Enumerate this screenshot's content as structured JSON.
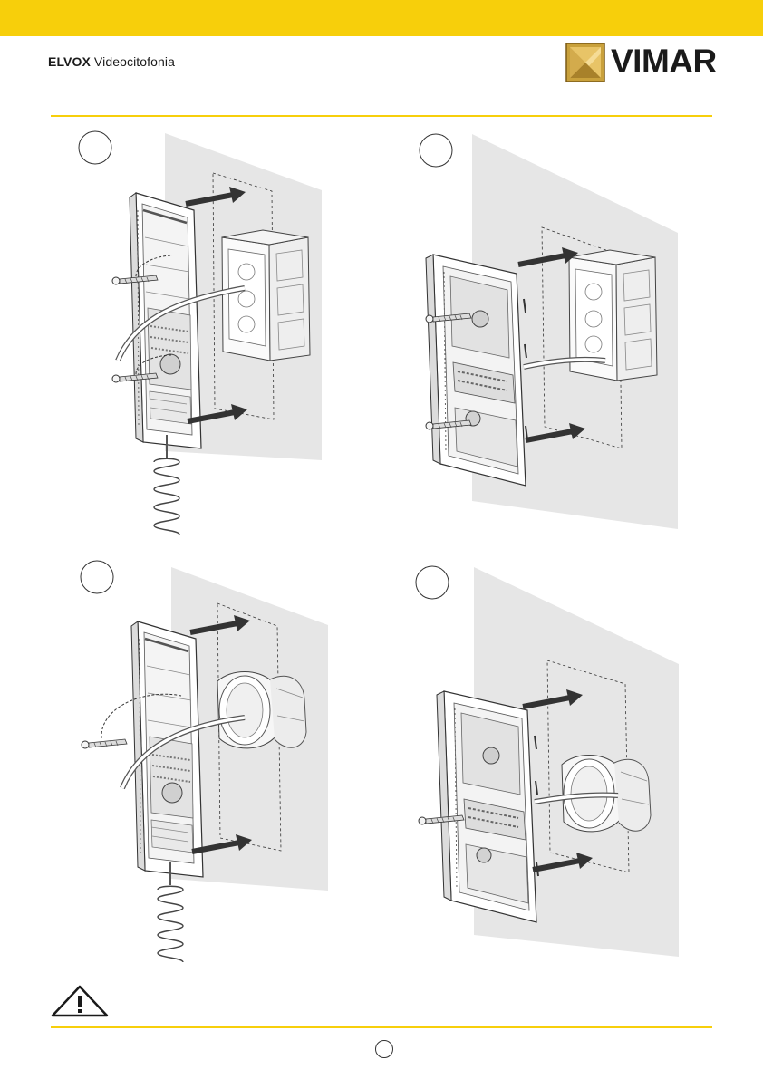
{
  "header": {
    "brand_bold": "ELVOX",
    "brand_light": "Videocitofonia",
    "logo_text": "VIMAR",
    "logo_icon": "vimar-shield-logo-icon"
  },
  "figures": [
    {
      "id": "figure-1",
      "step_label": "",
      "device": "handset-intercom-open",
      "box": "rectangular-flush-box",
      "handset_cord": true
    },
    {
      "id": "figure-2",
      "step_label": "",
      "device": "handsfree-monitor-open",
      "box": "rectangular-flush-box",
      "handset_cord": false
    },
    {
      "id": "figure-3",
      "step_label": "",
      "device": "handset-intercom-open",
      "box": "round-flush-box",
      "handset_cord": true
    },
    {
      "id": "figure-4",
      "step_label": "",
      "device": "handsfree-monitor-open",
      "box": "round-flush-box",
      "handset_cord": false
    }
  ],
  "footer": {
    "warning_icon": "warning-triangle-icon",
    "page_number": ""
  },
  "colors": {
    "accent_yellow": "#f7cf0b",
    "wall_gray": "#e6e6e6",
    "line_dark": "#333333"
  }
}
